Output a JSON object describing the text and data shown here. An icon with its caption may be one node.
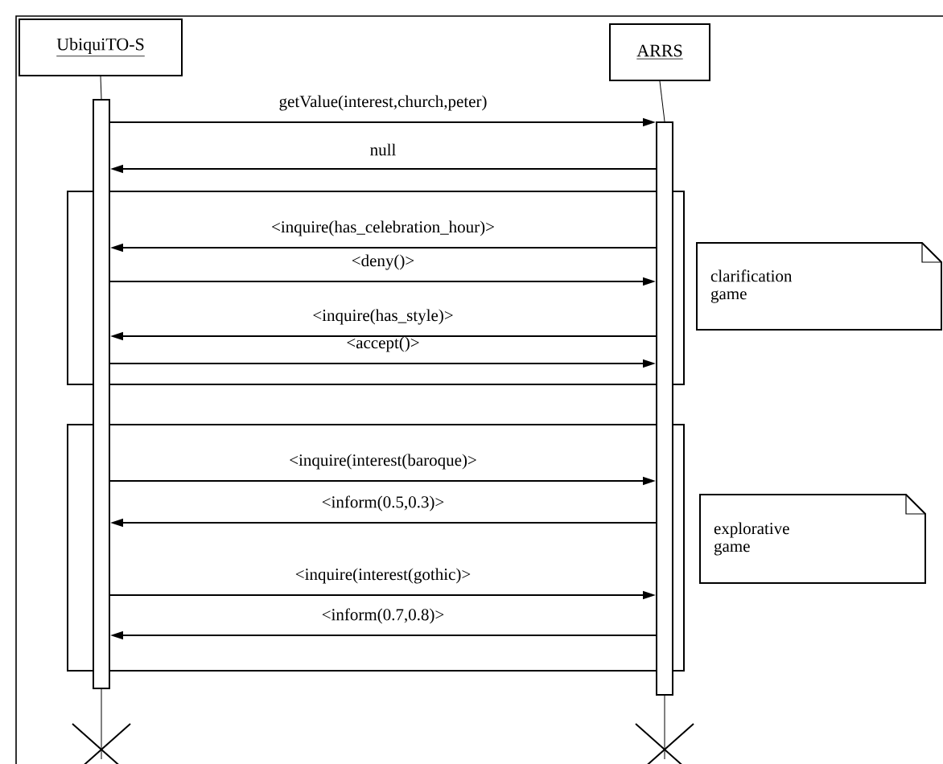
{
  "diagram": {
    "nodes": [
      {
        "text": [
          "UbiquiTO-S"
        ]
      },
      {
        "text": [
          "ARRS"
        ]
      },
      {
        "text": [],
        "shape": "bar"
      },
      {
        "text": [],
        "shape": "bar"
      },
      {
        "text": [
          "clarification game"
        ]
      },
      {
        "text": [
          "explorative game"
        ]
      }
    ],
    "edges": [
      {
        "from": 0,
        "to": 2,
        "arrow": "none"
      },
      {
        "from": 1,
        "to": 3,
        "arrow": "none"
      },
      {
        "from": 2,
        "to": 3,
        "arrow": "to",
        "label": "getValue(interest,church,peter)"
      },
      {
        "from": 3,
        "to": 2,
        "arrow": "to",
        "label": "null"
      },
      {
        "from": 3,
        "to": 2,
        "arrow": "to",
        "label": "<inquire(has_celebration_hour)>"
      },
      {
        "from": 2,
        "to": 3,
        "arrow": "to",
        "label": "<deny()>"
      },
      {
        "from": 3,
        "to": 2,
        "arrow": "to",
        "label": "<inquire(has_style)>"
      },
      {
        "from": 2,
        "to": 3,
        "arrow": "to",
        "label": "<accept()>"
      },
      {
        "from": 2,
        "to": 3,
        "arrow": "to",
        "label": "<inquire(interest(baroque)>"
      },
      {
        "from": 3,
        "to": 2,
        "arrow": "to",
        "label": "<inform(0.5,0.3)>"
      },
      {
        "from": 2,
        "to": 3,
        "arrow": "to",
        "label": "<inquire(interest(gothic)>"
      },
      {
        "from": 3,
        "to": 2,
        "arrow": "to",
        "label": "<inform(0.7,0.8)>"
      }
    ]
  }
}
